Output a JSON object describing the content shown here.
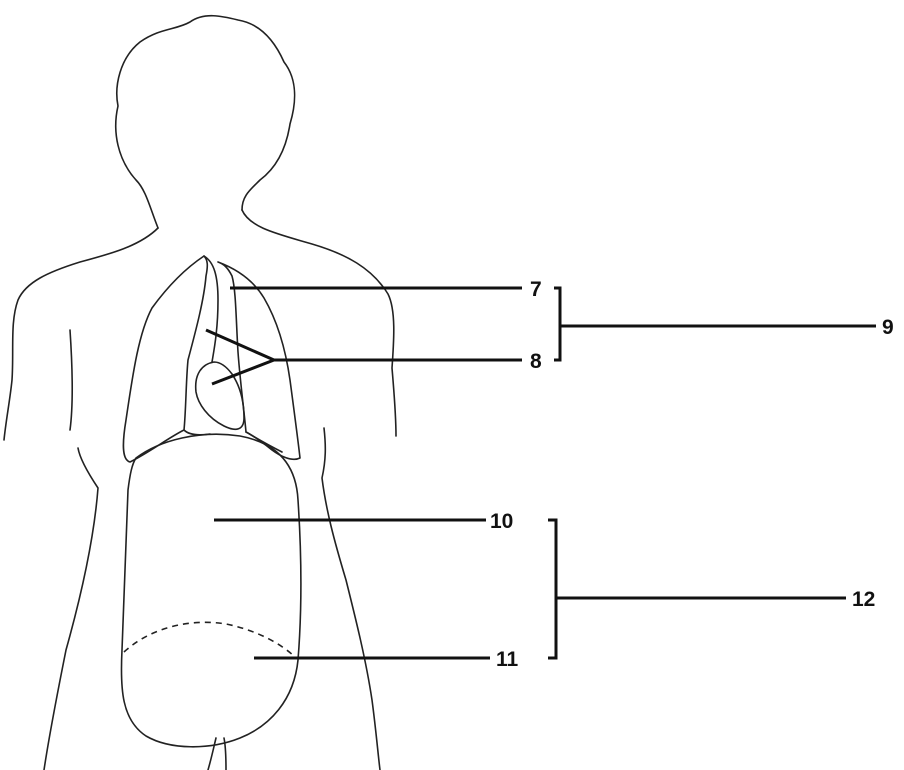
{
  "labels": {
    "l7": "7",
    "l8": "8",
    "l9": "9",
    "l10": "10",
    "l11": "11",
    "l12": "12"
  },
  "colors": {
    "stroke": "#111111",
    "background": "#ffffff"
  }
}
